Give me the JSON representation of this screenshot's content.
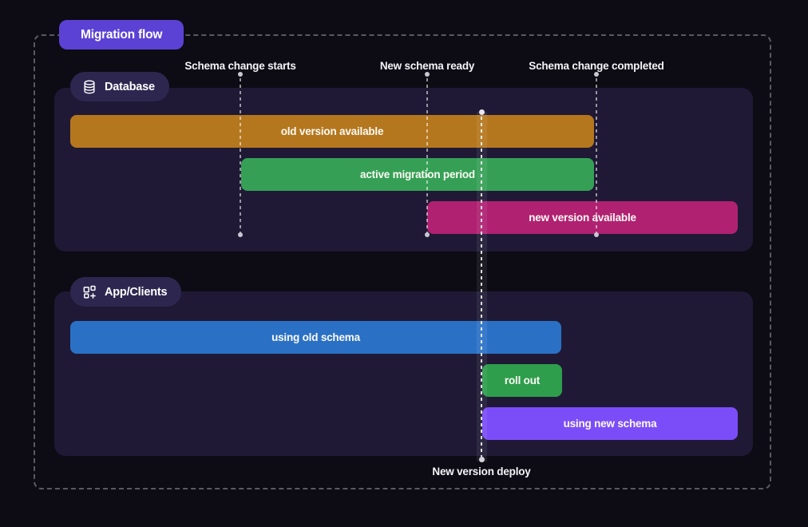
{
  "title": "Migration flow",
  "colors": {
    "background": "#0D0B14",
    "panel": "#1F1935",
    "title_badge": "#5B42D4",
    "section_badge": "#2D2750",
    "bar_old_version_available": "#B5771E",
    "bar_active_migration_period": "#35A055",
    "bar_new_version_available": "#B02171",
    "bar_using_old_schema": "#2A71C6",
    "bar_roll_out": "#2E9E4C",
    "bar_using_new_schema": "#7B4DF8",
    "dashed_guides": "rgba(255,255,255,0.5)"
  },
  "timeline": {
    "markers": [
      {
        "label": "Schema change starts"
      },
      {
        "label": "New schema ready"
      },
      {
        "label": "Schema change completed"
      }
    ],
    "deploy_marker": {
      "label": "New version deploy"
    }
  },
  "sections": [
    {
      "name": "Database",
      "icon": "database-icon",
      "bars": [
        {
          "label": "old version available",
          "color": "#B5771E",
          "from": "diagram start",
          "to": "Schema change completed"
        },
        {
          "label": "active migration period",
          "color": "#35A055",
          "from": "Schema change starts",
          "to": "Schema change completed"
        },
        {
          "label": "new version available",
          "color": "#B02171",
          "from": "New schema ready",
          "to": "diagram end"
        }
      ]
    },
    {
      "name": "App/Clients",
      "icon": "apps-icon",
      "bars": [
        {
          "label": "using old schema",
          "color": "#2A71C6",
          "from": "diagram start",
          "to": "roll out completed"
        },
        {
          "label": "roll out",
          "color": "#2E9E4C",
          "from": "New version deploy",
          "to": "roll out completed"
        },
        {
          "label": "using new schema",
          "color": "#7B4DF8",
          "from": "New version deploy",
          "to": "diagram end"
        }
      ]
    }
  ]
}
